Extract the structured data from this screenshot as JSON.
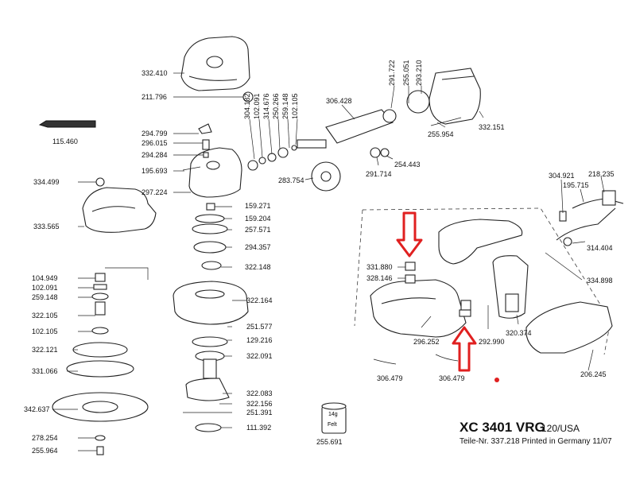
{
  "diagram": {
    "model": "XC 3401 VRG",
    "variant": "120/USA",
    "footer": "Teile-Nr. 337.218 Printed in Germany 11/07",
    "felt": {
      "size": "14g",
      "label": "Felt"
    },
    "parts": [
      "332.410",
      "211.796",
      "115.460",
      "294.799",
      "296.015",
      "294.284",
      "195.693",
      "297.224",
      "304.182",
      "102.091",
      "314.676",
      "250.266",
      "259.148",
      "102.105",
      "306.428",
      "291.722",
      "255.051",
      "293.210",
      "332.151",
      "255.954",
      "254.443",
      "291.714",
      "283.754",
      "159.271",
      "159.204",
      "257.571",
      "294.357",
      "322.148",
      "322.164",
      "251.577",
      "129.216",
      "322.091",
      "322.083",
      "322.156",
      "251.391",
      "111.392",
      "255.691",
      "334.499",
      "333.565",
      "104.949",
      "102.091",
      "259.148",
      "322.105",
      "102.105",
      "322.121",
      "331.066",
      "342.637",
      "278.254",
      "255.964",
      "304.921",
      "195.715",
      "218.235",
      "314.404",
      "334.898",
      "331.880",
      "328.146",
      "296.252",
      "292.990",
      "320.374",
      "306.479",
      "306.479",
      "206.245"
    ]
  }
}
